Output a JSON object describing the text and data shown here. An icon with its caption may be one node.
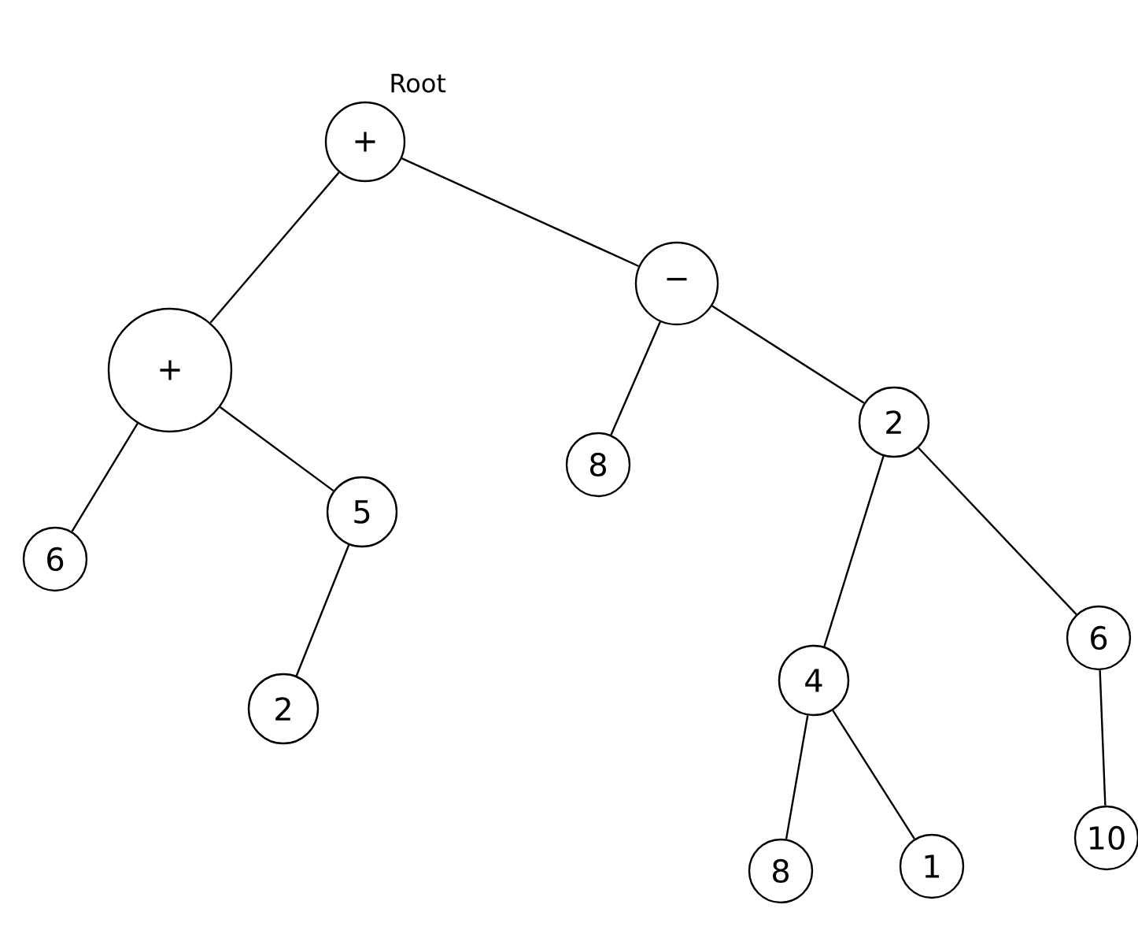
{
  "diagram": {
    "nodes": [
      {
        "text": [
          "+"
        ],
        "beside": [
          "Root"
        ]
      },
      {
        "text": [
          "−"
        ]
      },
      {
        "text": [
          "+"
        ]
      },
      {
        "text": [
          "6"
        ]
      },
      {
        "text": [
          "5"
        ]
      },
      {
        "text": [
          "2"
        ]
      },
      {
        "text": [
          "8"
        ]
      },
      {
        "text": [
          "2"
        ]
      },
      {
        "text": [
          "4"
        ]
      },
      {
        "text": [
          "6"
        ]
      },
      {
        "text": [
          "8"
        ]
      },
      {
        "text": [
          "1"
        ]
      },
      {
        "text": [
          "10"
        ]
      }
    ],
    "edges": [
      {
        "from": 0,
        "to": 2,
        "arrow": "none"
      },
      {
        "from": 0,
        "to": 1,
        "arrow": "none"
      },
      {
        "from": 2,
        "to": 3,
        "arrow": "none"
      },
      {
        "from": 2,
        "to": 4,
        "arrow": "none"
      },
      {
        "from": 4,
        "to": 5,
        "arrow": "none"
      },
      {
        "from": 1,
        "to": 6,
        "arrow": "none"
      },
      {
        "from": 1,
        "to": 7,
        "arrow": "none"
      },
      {
        "from": 7,
        "to": 8,
        "arrow": "none"
      },
      {
        "from": 7,
        "to": 9,
        "arrow": "none"
      },
      {
        "from": 8,
        "to": 10,
        "arrow": "none"
      },
      {
        "from": 8,
        "to": 11,
        "arrow": "none"
      },
      {
        "from": 9,
        "to": 12,
        "arrow": "none"
      }
    ]
  }
}
